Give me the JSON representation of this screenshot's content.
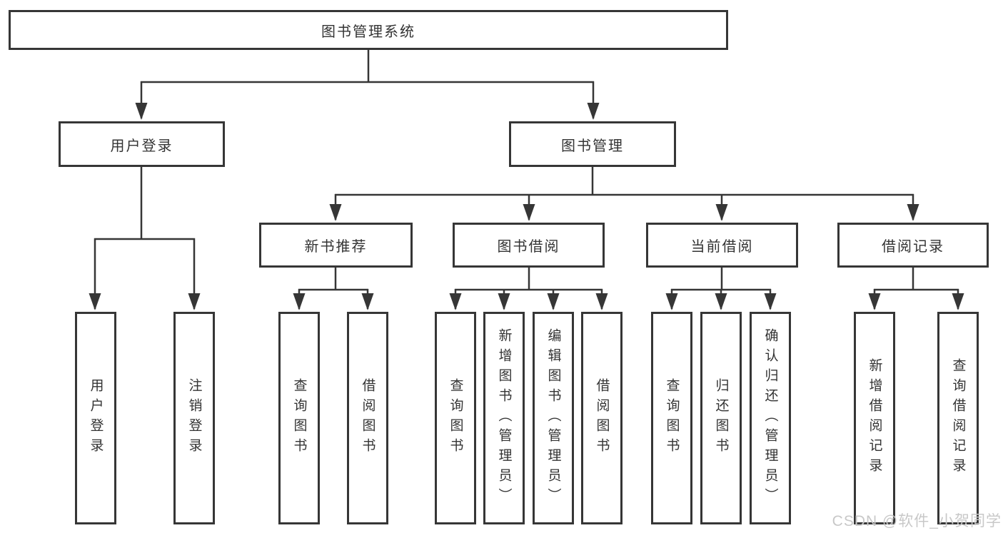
{
  "nodes": {
    "root": "图书管理系统",
    "level2": [
      "用户登录",
      "图书管理"
    ],
    "level3": [
      "新书推荐",
      "图书借阅",
      "当前借阅",
      "借阅记录"
    ],
    "user_login_children": [
      "用户登录",
      "注销登录"
    ],
    "new_book_children": [
      "查询图书",
      "借阅图书"
    ],
    "book_borrow_children": [
      "查询图书",
      "新增图书（管理员）",
      "编辑图书（管理员）",
      "借阅图书"
    ],
    "current_borrow_children": [
      "查询图书",
      "归还图书",
      "确认归还（管理员）"
    ],
    "borrow_record_children": [
      "新增借阅记录",
      "查询借阅记录"
    ]
  },
  "colors": {
    "line": "#363636",
    "box_border": "#363636",
    "text": "#333333",
    "background": "#ffffff",
    "watermark": "#c8c8c8"
  },
  "watermark": "CSDN @软件_小贺同学"
}
